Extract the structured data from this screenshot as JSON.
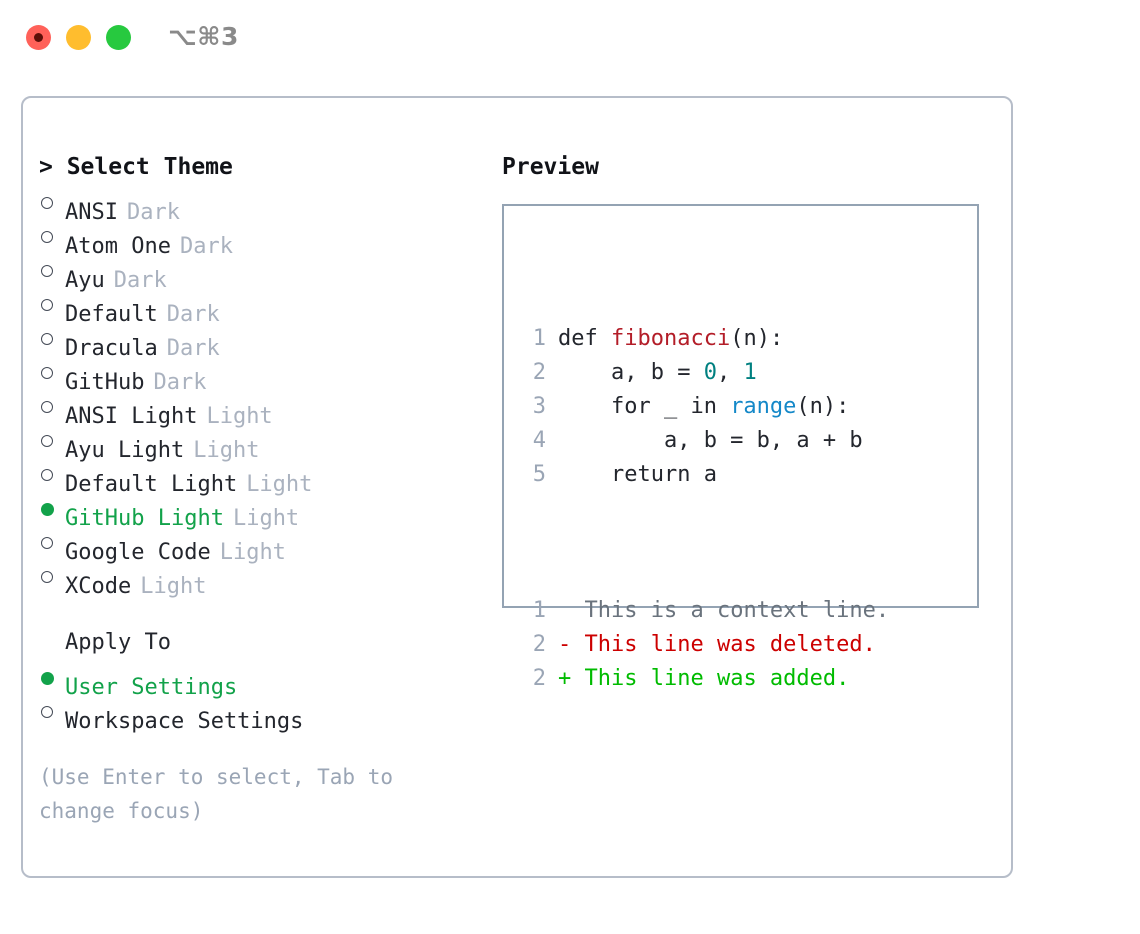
{
  "window": {
    "shortcut": "⌥⌘3",
    "traffic_lights": [
      {
        "name": "close",
        "color": "#ff6159"
      },
      {
        "name": "minimize",
        "color": "#ffbd2e"
      },
      {
        "name": "zoom",
        "color": "#27c93f"
      }
    ]
  },
  "theme_panel": {
    "title": "> Select Theme",
    "items": [
      {
        "name": "ANSI",
        "variant": "Dark",
        "selected": false
      },
      {
        "name": "Atom One",
        "variant": "Dark",
        "selected": false
      },
      {
        "name": "Ayu",
        "variant": "Dark",
        "selected": false
      },
      {
        "name": "Default",
        "variant": "Dark",
        "selected": false
      },
      {
        "name": "Dracula",
        "variant": "Dark",
        "selected": false
      },
      {
        "name": "GitHub",
        "variant": "Dark",
        "selected": false
      },
      {
        "name": "ANSI Light",
        "variant": "Light",
        "selected": false
      },
      {
        "name": "Ayu Light",
        "variant": "Light",
        "selected": false
      },
      {
        "name": "Default Light",
        "variant": "Light",
        "selected": false
      },
      {
        "name": "GitHub Light",
        "variant": "Light",
        "selected": true
      },
      {
        "name": "Google Code",
        "variant": "Light",
        "selected": false
      },
      {
        "name": "XCode",
        "variant": "Light",
        "selected": false
      }
    ]
  },
  "apply_to": {
    "label": "Apply To",
    "options": [
      {
        "name": "User Settings",
        "selected": true
      },
      {
        "name": "Workspace Settings",
        "selected": false
      }
    ]
  },
  "hint": "(Use Enter to select, Tab to change focus)",
  "preview": {
    "title": "Preview",
    "code_lines": [
      {
        "number": "1",
        "tokens": [
          {
            "text": "def ",
            "type": "plain"
          },
          {
            "text": "fibonacci",
            "type": "func"
          },
          {
            "text": "(n):",
            "type": "plain"
          }
        ]
      },
      {
        "number": "2",
        "tokens": [
          {
            "text": "    a, b = ",
            "type": "plain"
          },
          {
            "text": "0",
            "type": "num"
          },
          {
            "text": ", ",
            "type": "plain"
          },
          {
            "text": "1",
            "type": "num"
          }
        ]
      },
      {
        "number": "3",
        "tokens": [
          {
            "text": "    for _ in ",
            "type": "plain"
          },
          {
            "text": "range",
            "type": "builtin"
          },
          {
            "text": "(n):",
            "type": "plain"
          }
        ]
      },
      {
        "number": "4",
        "tokens": [
          {
            "text": "        a, b = b, a + b",
            "type": "plain"
          }
        ]
      },
      {
        "number": "5",
        "tokens": [
          {
            "text": "    return a",
            "type": "plain"
          }
        ]
      }
    ],
    "diff_lines": [
      {
        "number": "1",
        "sign": "  ",
        "text": "This is a context line.",
        "type": "context"
      },
      {
        "number": "2",
        "sign": "- ",
        "text": "This line was deleted.",
        "type": "del"
      },
      {
        "number": "2",
        "sign": "+ ",
        "text": "This line was added.",
        "type": "add"
      }
    ]
  },
  "colors": {
    "selected_green": "#12a24a",
    "variant_muted": "#aab2bf",
    "hint_muted": "#9aa5b5",
    "diff_delete": "#cc0000",
    "diff_add": "#00bb00",
    "syntax_function": "#b31d28",
    "syntax_number": "#008080",
    "syntax_builtin": "#1488c8"
  }
}
